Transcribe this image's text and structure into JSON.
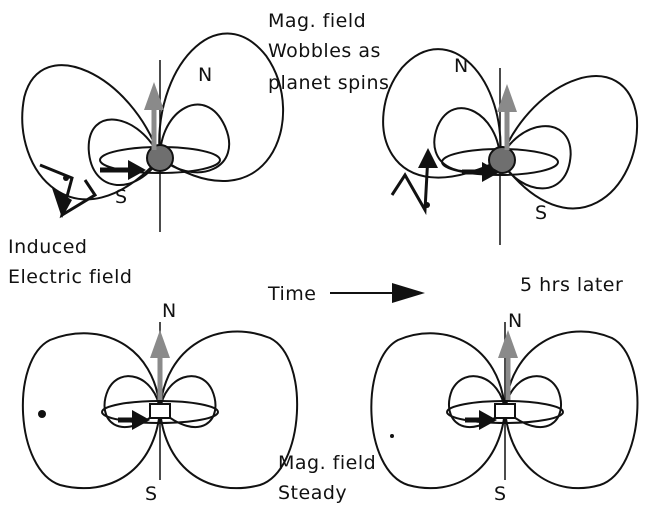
{
  "captions": {
    "top_wobble": [
      "Mag. field",
      "Wobbles as",
      "planet spins"
    ],
    "induced": [
      "Induced",
      "Electric field"
    ],
    "time": "Time",
    "later": "5 hrs later",
    "bottom_steady": [
      "Mag. field",
      "Steady"
    ]
  },
  "poles": {
    "north": "N",
    "south": "S"
  },
  "colors": {
    "line": "#111111",
    "axis_arrow": "#8a8a8a",
    "planet": "#6f6f6f"
  }
}
